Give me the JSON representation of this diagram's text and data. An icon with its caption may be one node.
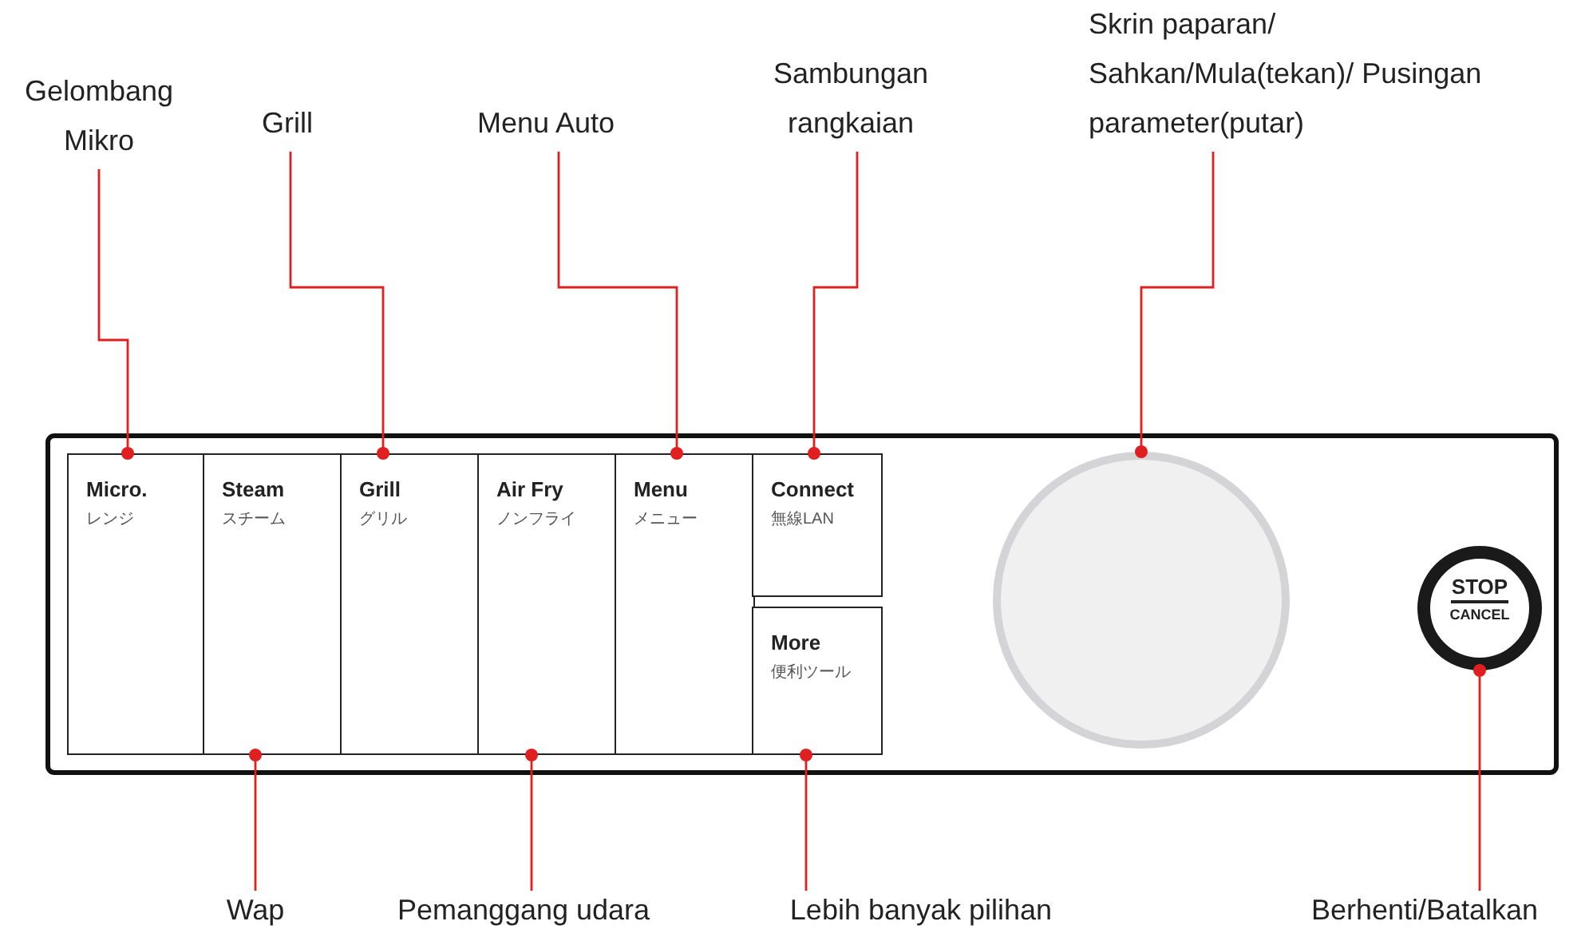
{
  "diagram": {
    "nodes": [
      {
        "text": [
          "Gelombang Mikro"
        ]
      },
      {
        "text": [
          "Grill"
        ]
      },
      {
        "text": [
          "Menu Auto"
        ]
      },
      {
        "text": [
          "Sambungan rangkaian"
        ]
      },
      {
        "text": [
          "Skrin paparan/ Sahkan/Mula(tekan)/ Pusingan parameter(putar)"
        ]
      },
      {
        "text": [
          "Micro.",
          "レンジ"
        ]
      },
      {
        "text": [
          "Steam",
          "スチーム"
        ]
      },
      {
        "text": [
          "Grill",
          "グリル"
        ]
      },
      {
        "text": [
          "Air Fry",
          "ノンフライ"
        ]
      },
      {
        "text": [
          "Menu",
          "メニュー"
        ]
      },
      {
        "text": [
          "Connect",
          "無線LAN"
        ]
      },
      {
        "text": [
          "More",
          "便利ツール"
        ]
      },
      {
        "text": [],
        "shape": "circle"
      },
      {
        "text": [
          "STOP",
          "CANCEL"
        ]
      },
      {
        "text": [
          "Wap"
        ]
      },
      {
        "text": [
          "Pemanggang udara"
        ]
      },
      {
        "text": [
          "Lebih banyak pilihan"
        ]
      },
      {
        "text": [
          "Berhenti/Batalkan"
        ]
      }
    ],
    "edges": [
      {
        "from": 0,
        "to": 5,
        "arrow": "other"
      },
      {
        "from": 1,
        "to": 7,
        "arrow": "other"
      },
      {
        "from": 2,
        "to": 9,
        "arrow": "other"
      },
      {
        "from": 3,
        "to": 10,
        "arrow": "other"
      },
      {
        "from": 4,
        "to": 12,
        "arrow": "other"
      },
      {
        "from": 14,
        "to": 6,
        "arrow": "other"
      },
      {
        "from": 15,
        "to": 8,
        "arrow": "other"
      },
      {
        "from": 16,
        "to": 11,
        "arrow": "other"
      },
      {
        "from": 17,
        "to": 13,
        "arrow": "other"
      }
    ]
  }
}
